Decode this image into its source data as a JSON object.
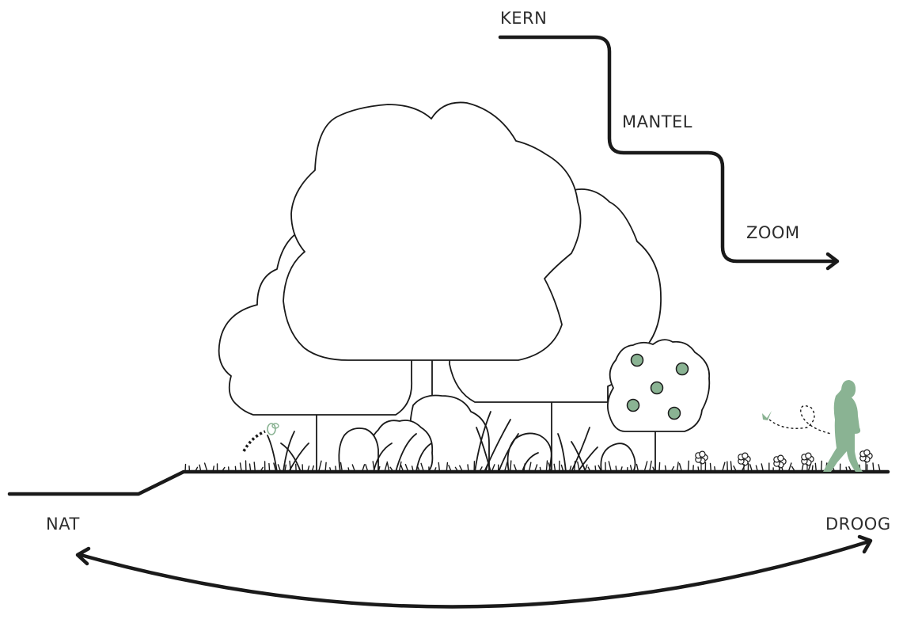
{
  "zones": {
    "kern": "KERN",
    "mantel": "MANTEL",
    "zoom": "ZOOM"
  },
  "gradient": {
    "wet": "NAT",
    "dry": "DROOG"
  },
  "colors": {
    "line": "#1a1a1a",
    "accent": "#8ab393"
  }
}
